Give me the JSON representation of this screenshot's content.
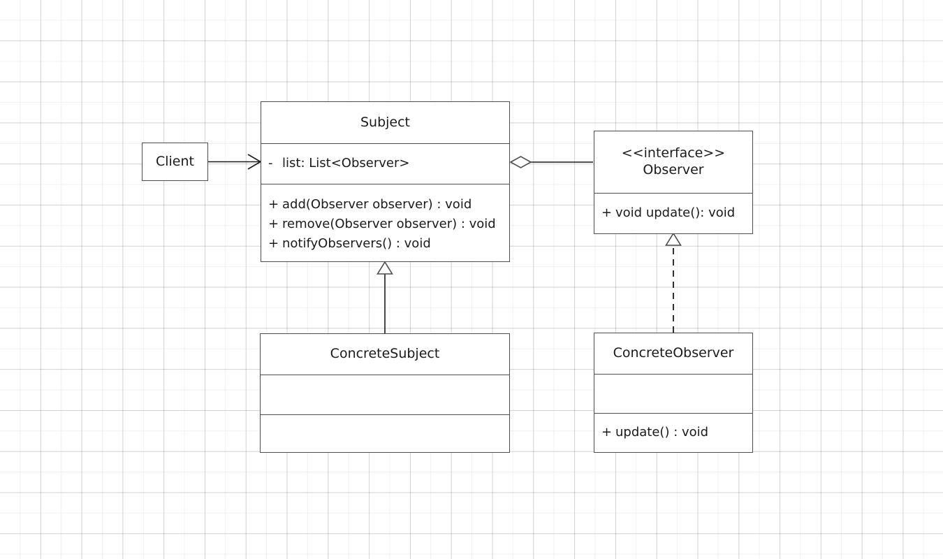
{
  "diagram": {
    "type": "uml-class-diagram",
    "pattern": "Observer",
    "background": "graph-paper-grid",
    "colors": {
      "page": "#ffffff",
      "box_border": "#4d4d4d",
      "text": "#1a1a1a",
      "grid_minor": "#f0f0f0",
      "grid_major": "#dedede",
      "connector": "#1a1a1a"
    }
  },
  "classes": {
    "client": {
      "name": "Client",
      "attributes": [],
      "methods": []
    },
    "subject": {
      "name": "Subject",
      "attributes": [
        {
          "visibility": "-",
          "signature": "list: List<Observer>"
        }
      ],
      "methods": [
        {
          "visibility": "+",
          "signature": "add(Observer observer) : void"
        },
        {
          "visibility": "+",
          "signature": "remove(Observer observer) : void"
        },
        {
          "visibility": "+",
          "signature": "notifyObservers() : void"
        }
      ]
    },
    "observer": {
      "stereotype": "<<interface>>",
      "name": "Observer",
      "attributes": [],
      "methods": [
        {
          "visibility": "+",
          "signature": "void update(): void"
        }
      ]
    },
    "concrete_subject": {
      "name": "ConcreteSubject",
      "attributes": [],
      "methods": []
    },
    "concrete_observer": {
      "name": "ConcreteObserver",
      "attributes": [],
      "methods": [
        {
          "visibility": "+",
          "signature": "update() : void"
        }
      ]
    }
  },
  "relationships": [
    {
      "id": "client-to-subject",
      "kind": "association",
      "from": "Client",
      "to": "Subject",
      "line": "solid",
      "head": "open-arrow"
    },
    {
      "id": "subject-aggregates-observer",
      "kind": "aggregation",
      "from": "Subject",
      "to": "Observer",
      "line": "solid",
      "head": "hollow-diamond"
    },
    {
      "id": "concretesubject-extends-subject",
      "kind": "generalization",
      "from": "ConcreteSubject",
      "to": "Subject",
      "line": "solid",
      "head": "hollow-triangle"
    },
    {
      "id": "concreteobserver-implements-observer",
      "kind": "realization",
      "from": "ConcreteObserver",
      "to": "Observer",
      "line": "dashed",
      "head": "hollow-triangle"
    }
  ]
}
